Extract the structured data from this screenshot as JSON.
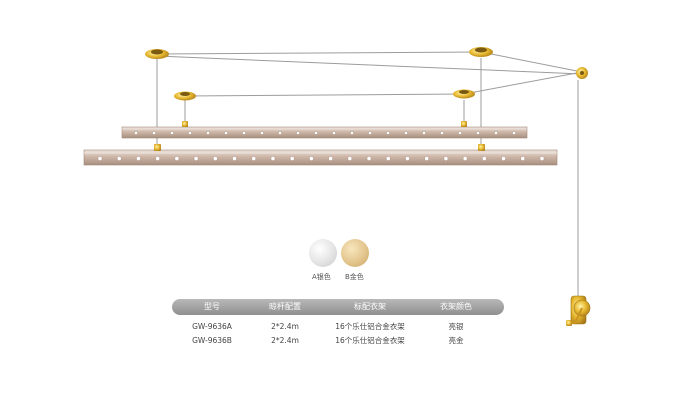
{
  "colors": {
    "a_silver": "#e4e4e4",
    "b_gold": "#e3c58d",
    "header_bg": "#9a9a9a",
    "rail": "#cdb7aa",
    "fitting_gold": "#e6b82e"
  },
  "color_options": [
    {
      "label": "A银色"
    },
    {
      "label": "B金色"
    }
  ],
  "spec_table": {
    "headers": [
      "型号",
      "晾杆配置",
      "标配衣架",
      "衣架颜色"
    ],
    "rows": [
      [
        "GW-9636A",
        "2*2.4m",
        "16个乐仕铝合金衣架",
        "亮银"
      ],
      [
        "GW-9636B",
        "2*2.4m",
        "16个乐仕铝合金衣架",
        "亮金"
      ]
    ]
  }
}
